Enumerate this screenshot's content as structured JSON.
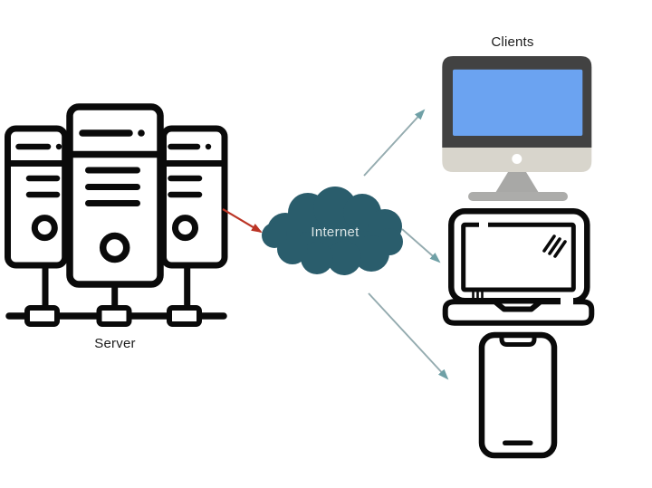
{
  "diagram_type": "client-server network diagram",
  "labels": {
    "server": "Server",
    "internet": "Internet",
    "clients": "Clients"
  },
  "colors": {
    "background": "#ffffff",
    "cloud_fill": "#2A5D6C",
    "cloud_text": "#D9E3E4",
    "server_to_internet_arrow": "#BB3425",
    "internet_to_client_arrow": "#94ABAF",
    "internet_to_client_arrowhead": "#6FA0A6",
    "icon_outline": "#0A0A0A",
    "monitor_bezel": "#424242",
    "monitor_screen": "#6BA3F1",
    "monitor_chin": "#D8D5CC",
    "monitor_stand": "#A8A8A6",
    "monitor_base": "#ACACAA",
    "label_text": "#1B1B1B"
  },
  "nodes": [
    {
      "id": "server",
      "label": "Server",
      "icon": "server-rack-icon"
    },
    {
      "id": "internet",
      "label": "Internet",
      "icon": "cloud-icon"
    },
    {
      "id": "clients",
      "label": "Clients",
      "icons": [
        "desktop-monitor-icon",
        "laptop-icon",
        "smartphone-icon"
      ]
    }
  ],
  "edges": [
    {
      "from": "server",
      "to": "internet",
      "style": "red-arrow"
    },
    {
      "from": "internet",
      "to": "desktop-monitor",
      "style": "gray-teal-arrow"
    },
    {
      "from": "internet",
      "to": "laptop",
      "style": "gray-teal-arrow"
    },
    {
      "from": "internet",
      "to": "smartphone",
      "style": "gray-teal-arrow"
    }
  ]
}
